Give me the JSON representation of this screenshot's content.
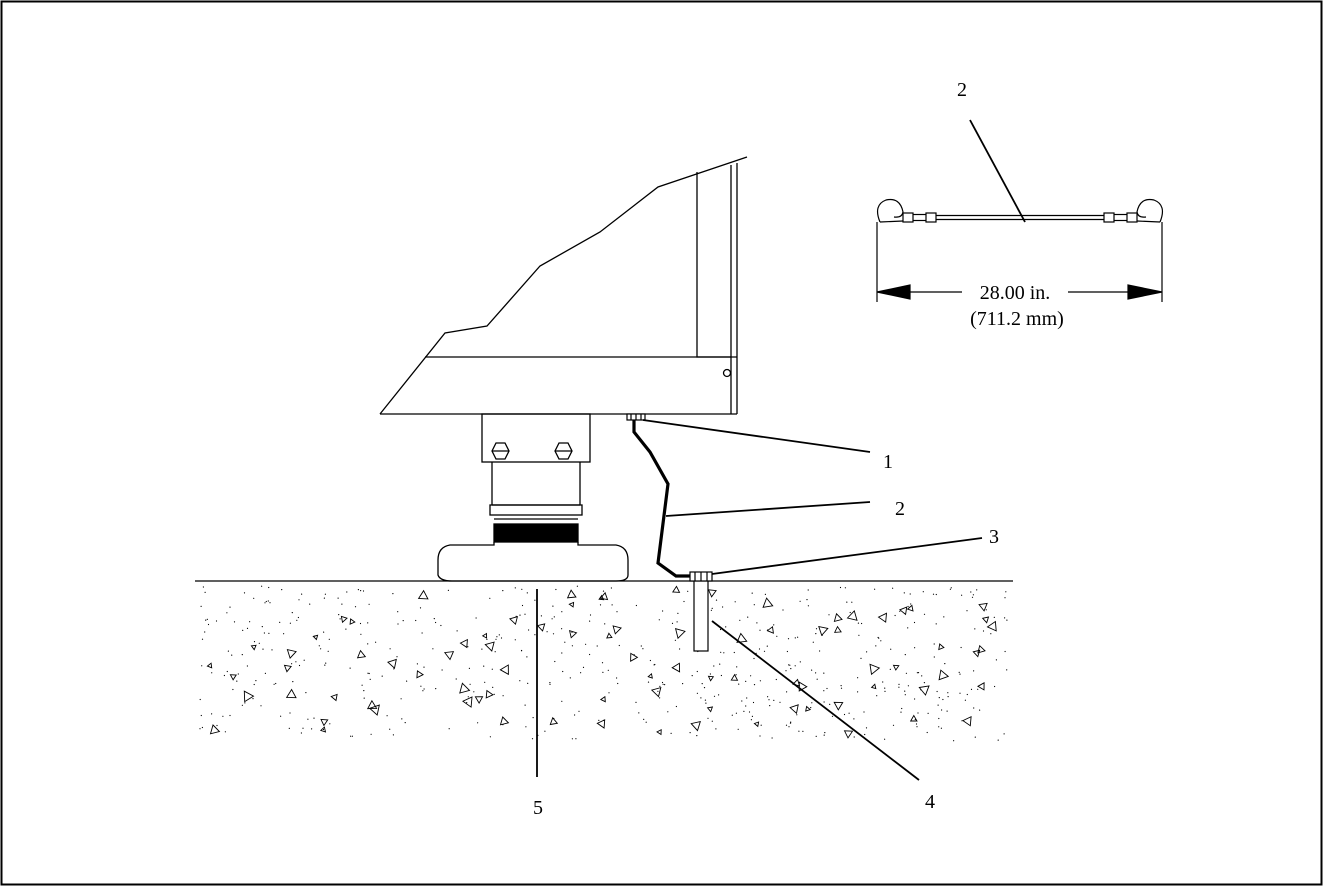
{
  "callouts": {
    "one": "1",
    "two": "2",
    "three": "3",
    "four": "4",
    "five": "5",
    "detail_two": "2"
  },
  "dimension": {
    "imperial": "28.00 in.",
    "metric": "(711.2 mm)"
  },
  "colors": {
    "line": "#000000",
    "background": "#ffffff"
  }
}
